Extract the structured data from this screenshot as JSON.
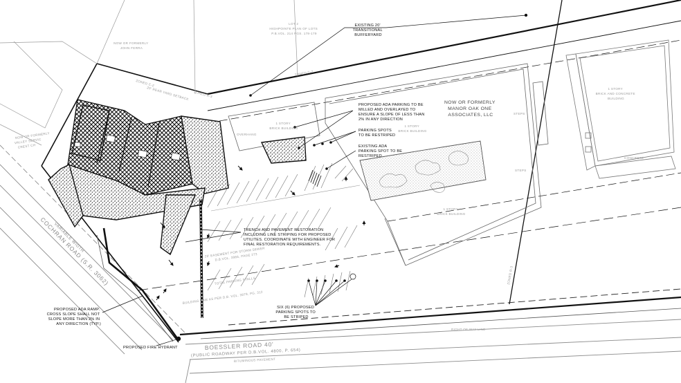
{
  "notes": {
    "buffer_yard": [
      "EXISTING 20'",
      "TRANSITIONAL",
      "BUFFERYARD"
    ],
    "ada_milled": [
      "PROPOSED ADA PARKING TO BE",
      "MILLED AND OVERLAYED TO",
      "ENSURE A SLOPE OF LESS THAN",
      "2% IN ANY DIRECTION"
    ],
    "restripe": [
      "PARKING SPOTS",
      "TO BE RESTRIPED"
    ],
    "existing_ada": [
      "EXISTING ADA",
      "PARKING SPOT TO BE",
      "RESTRIPED"
    ],
    "trench": [
      "TRENCH AND PAVEMENT RESTORATION",
      "INCLUDING LINE STRIPING FOR PROPOSED",
      "UTILITES. COORDINATE WITH ENGINEER FOR",
      "FINAL RESTORATION REQUIREMENTS."
    ],
    "ada_ramp": [
      "PROPOSED ADA RAMP.",
      "CROSS SLOPE SHALL NOT",
      "SLOPE MORE THAN 2% IN",
      "ANY DIRECTION (TYP.)"
    ],
    "fire_hydrant": "PROPOSED FIRE HYDRANT",
    "six_spots": [
      "SIX (6) PROPOSED",
      "PARKING SPOTS TO",
      "BE STRIPED"
    ]
  },
  "owners": {
    "manor_oak": [
      "NOW OR FORMERLY",
      "MANOR OAK ONE",
      "ASSOCIATES, LLC"
    ],
    "ferra": [
      "NOW OR FORMERLY",
      "JOHN FERRA"
    ],
    "valley": [
      "NOW OR FORMERLY",
      "VALLEY SERVIC",
      "CREST CH"
    ]
  },
  "buildings": {
    "brick_center": [
      "1 STORY",
      "BRICK BUILDING"
    ],
    "brick_small": [
      "1 STORY",
      "BRICK BUILDING"
    ],
    "brick_south": [
      "1 STORY",
      "BRICK BUILDING"
    ],
    "brick_concrete": [
      "1 STORY",
      "BRICK AND CONCRETE",
      "BUILDING"
    ]
  },
  "labels": {
    "lot": [
      "LOT 2",
      "HIGHPOINTE PLAN OF LOTS",
      "P.B.VOL. 214 PGS. 178-179"
    ],
    "steps_1": "STEPS",
    "steps_2": "STEPS",
    "overhang": "OVERHANG",
    "concrete": "CONCRETE",
    "zoned_1": "ZONED C-2",
    "zoned_2": "ZONED R-3",
    "zoned_3": "ZONED C-2",
    "zoned_4": "ZONED R-3",
    "rear_setback": "20' REAR YARD SETBACK",
    "easement": "20' EASEMENT FOR STORM SEWER",
    "easement_ref": "D.B.VOL. 3966, PAGE 273",
    "right_of_way": "RIGHT OF WAY LINE",
    "building_line": "BUILDING LINE AS PER D.B. VOL. 3879, PG. 312",
    "parking_stalls": "TOTAL PARKING STALLS"
  },
  "roads": {
    "cochran": "COCHRAN ROAD (S.R. 3062)",
    "cochran_sub": "VARIABLE WIDTH",
    "boessler": "BOESSLER ROAD 40'",
    "boessler_sub": "(PUBLIC ROADWAY PER D.B.VOL. 4800, P. 654)",
    "bituminous": "BITUMINOUS PAVEMENT"
  }
}
